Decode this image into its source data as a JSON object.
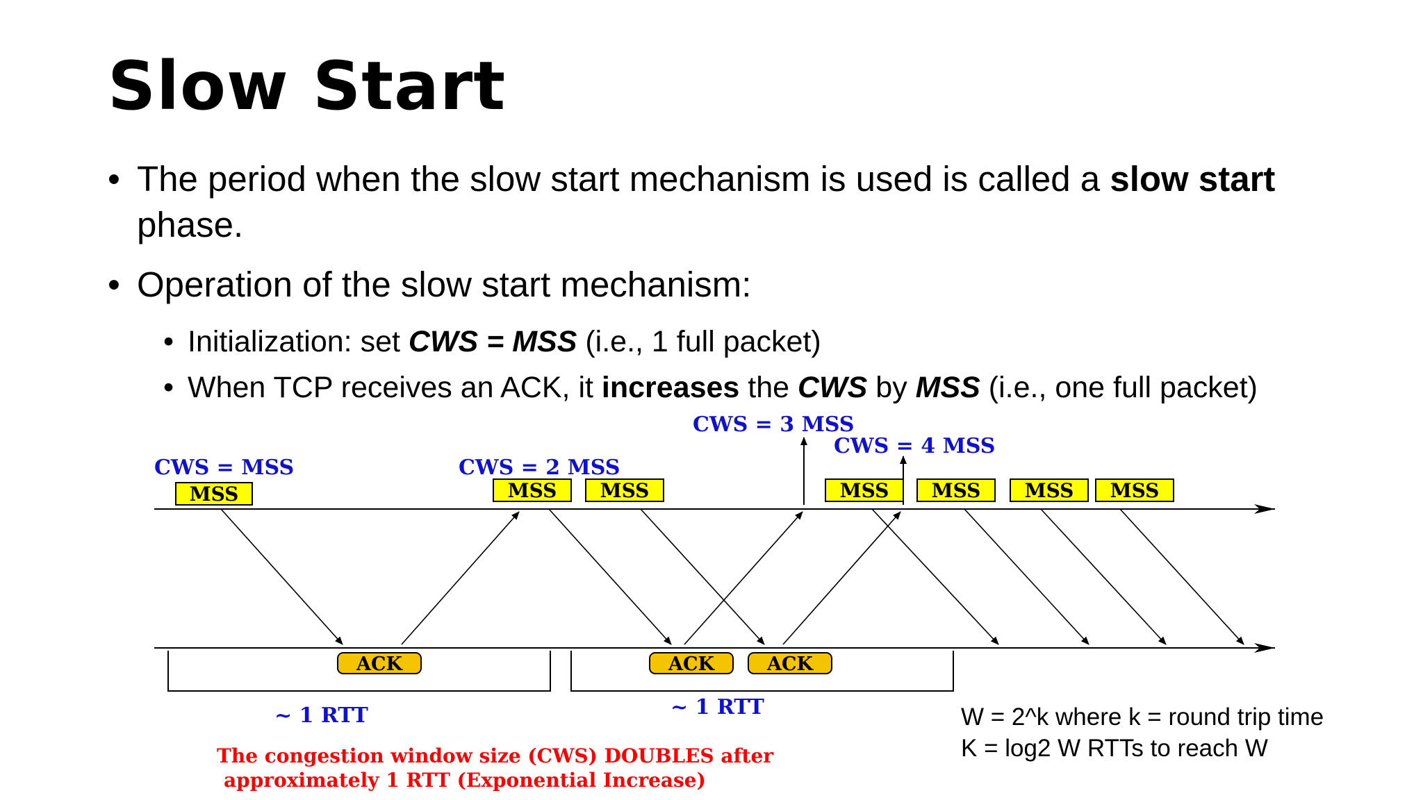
{
  "slide": {
    "title": "Slow Start",
    "bullet1": {
      "text_a": "The period when the slow start mechanism is used is called a ",
      "bold": "slow start",
      "text_b": " phase."
    },
    "bullet2": "Operation of the slow start mechanism:",
    "sub1": {
      "a": "Initialization: set ",
      "cws_mss": "CWS = MSS",
      "b": " (i.e., 1 full packet)"
    },
    "sub2": {
      "a": "When TCP receives an ACK, it ",
      "increases": "increases",
      "b": " the ",
      "cws": "CWS",
      "c": " by ",
      "mss": "MSS",
      "d": " (i.e., one full packet)"
    }
  },
  "diagram": {
    "labels": {
      "cws1": "CWS = MSS",
      "cws2": "CWS = 2 MSS",
      "cws3": "CWS = 3 MSS",
      "cws4": "CWS = 4 MSS",
      "rtt1": "~ 1 RTT",
      "rtt2": "~ 1 RTT"
    },
    "packet_label": "MSS",
    "ack_label": "ACK",
    "caption_line1": "The congestion window size (CWS) DOUBLES after",
    "caption_line2": "approximately 1 RTT (Exponential Increase)",
    "colors": {
      "box_fill": "#ffff00",
      "ack_fill": "#f5c400",
      "label_blue": "#1010d0",
      "caption_red": "#ff0000"
    }
  },
  "formula": {
    "line1": "W = 2^k where k = round trip time",
    "line2": "K = log2 W RTTs to reach W"
  }
}
